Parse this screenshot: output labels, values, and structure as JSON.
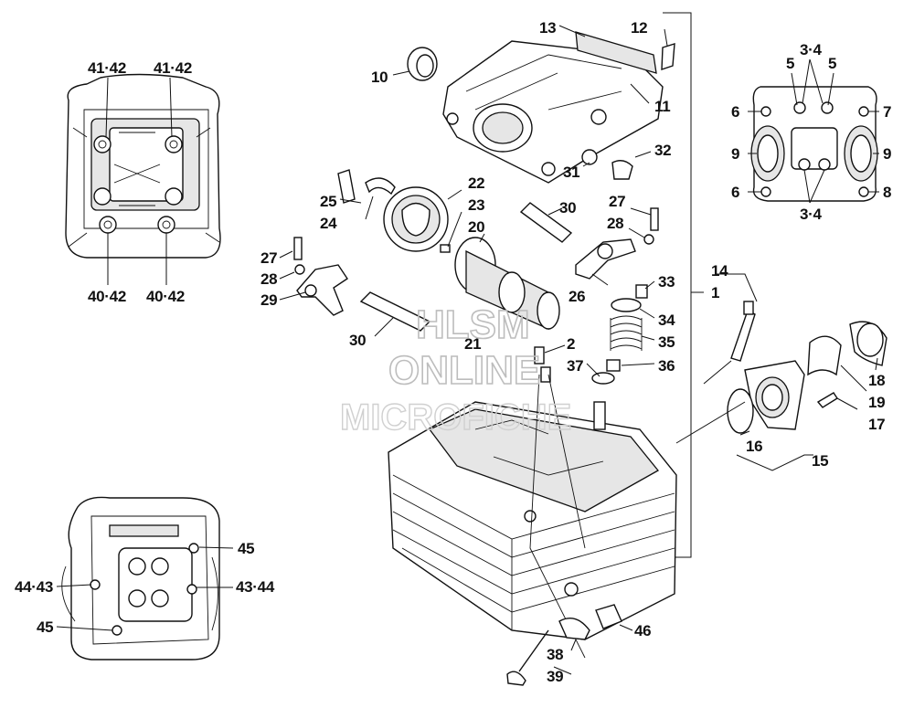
{
  "labels": {
    "l1": "1",
    "l2": "2",
    "l3_4a": "3·4",
    "l3_4b": "3·4",
    "l5a": "5",
    "l5b": "5",
    "l6a": "6",
    "l6b": "6",
    "l7": "7",
    "l8": "8",
    "l9a": "9",
    "l9b": "9",
    "l10": "10",
    "l11": "11",
    "l12": "12",
    "l13": "13",
    "l14": "14",
    "l15": "15",
    "l16": "16",
    "l17": "17",
    "l18": "18",
    "l19": "19",
    "l20": "20",
    "l21": "21",
    "l22": "22",
    "l23": "23",
    "l24": "24",
    "l25": "25",
    "l26": "26",
    "l27a": "27",
    "l27b": "27",
    "l28a": "28",
    "l28b": "28",
    "l29": "29",
    "l30a": "30",
    "l30b": "30",
    "l31": "31",
    "l32": "32",
    "l33": "33",
    "l34": "34",
    "l35": "35",
    "l36": "36",
    "l37": "37",
    "l38": "38",
    "l39": "39",
    "l40_42a": "40·42",
    "l40_42b": "40·42",
    "l41_42a": "41·42",
    "l41_42b": "41·42",
    "l43_44": "43·44",
    "l44_43": "44·43",
    "l45a": "45",
    "l45b": "45",
    "l46": "46"
  },
  "watermark": {
    "line1": "HLSM",
    "line2": "ONLINE",
    "line3": "MICROFICHE"
  }
}
